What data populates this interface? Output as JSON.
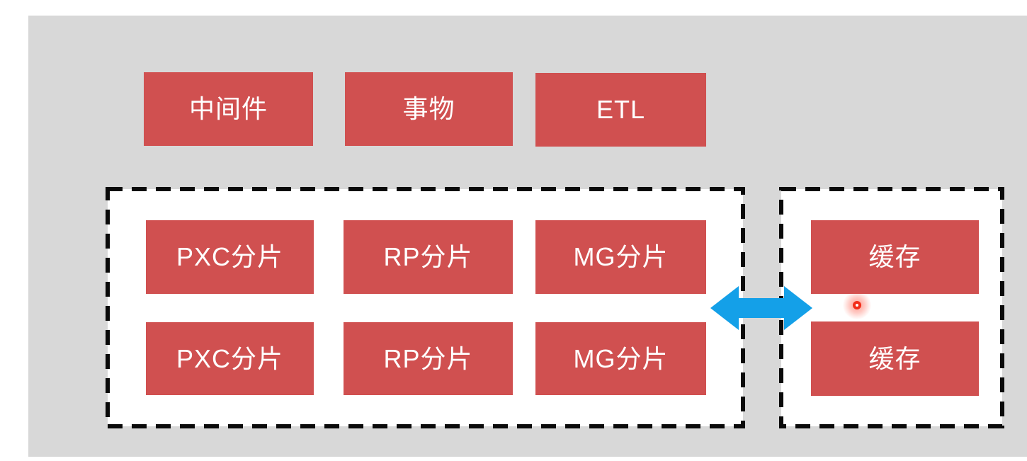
{
  "diagram": {
    "top_row": {
      "items": [
        {
          "label": "中间件"
        },
        {
          "label": "事物"
        },
        {
          "label": "ETL"
        }
      ]
    },
    "shard_cluster": {
      "rows": [
        {
          "cells": [
            {
              "label": "PXC分片"
            },
            {
              "label": "RP分片"
            },
            {
              "label": "MG分片"
            }
          ]
        },
        {
          "cells": [
            {
              "label": "PXC分片"
            },
            {
              "label": "RP分片"
            },
            {
              "label": "MG分片"
            }
          ]
        }
      ]
    },
    "cache_cluster": {
      "items": [
        {
          "label": "缓存"
        },
        {
          "label": "缓存"
        }
      ]
    },
    "arrow": {
      "type": "bidirectional",
      "color": "#14a0e8"
    },
    "click_indicator": {
      "type": "cursor-click-dot",
      "color": "#f22c18"
    },
    "colors": {
      "box_red": "#d05050",
      "panel_gray": "#d8d8d8",
      "cluster_bg": "#ffffff",
      "dash_black": "#0a0a0a",
      "text_white": "#ffffff"
    }
  }
}
